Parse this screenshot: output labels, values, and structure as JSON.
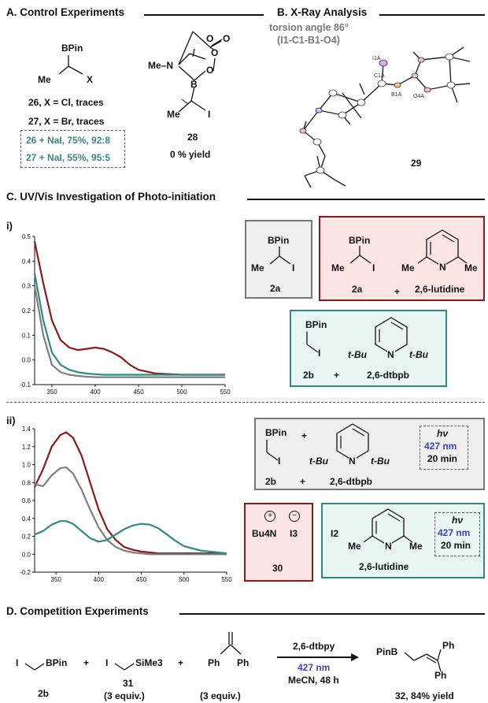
{
  "sections": {
    "a": "A. Control Experiments",
    "b": "B. X-Ray Analysis",
    "c": "C. UV/Vis Investigation of Photo-initiation",
    "d": "D. Competition Experiments"
  },
  "control": {
    "bpin": "BPin",
    "me": "Me",
    "x": "X",
    "lines": [
      "26, X = Cl, traces",
      "27, X = Br, traces"
    ],
    "boxed": [
      "26 + NaI, 75%, 92:8",
      "27 + NaI, 55%, 95:5"
    ],
    "compound28": {
      "id": "28",
      "yield": "0 % yield",
      "me_n": "Me–N",
      "b": "B",
      "o": "O",
      "i": "I",
      "me": "Me"
    }
  },
  "xray": {
    "torsion1": "torsion angle 86°",
    "torsion2": "(I1-C1-B1-O4)",
    "id": "29",
    "atom_i": "I1A",
    "atom_c": "C1A",
    "atom_b": "B1A",
    "atom_o": "O4A"
  },
  "uv": {
    "panel1": "i)",
    "panel2": "ii)",
    "box_gray1": {
      "bpin": "BPin",
      "me": "Me",
      "i": "I",
      "id": "2a"
    },
    "box_red1": {
      "bpin": "BPin",
      "me": "Me",
      "i": "I",
      "id": "2a",
      "plus": "+",
      "n": "N",
      "me2": "Me",
      "me3": "Me",
      "base": "2,6-lutidine"
    },
    "box_teal1": {
      "bpin": "BPin",
      "i": "I",
      "id": "2b",
      "plus": "+",
      "tbu1": "t-Bu",
      "tbu2": "t-Bu",
      "n": "N",
      "base": "2,6-dtbpb"
    },
    "box_gray2": {
      "bpin": "BPin",
      "i": "I",
      "id": "2b",
      "plus1": "+",
      "plus2": "+",
      "tbu1": "t-Bu",
      "tbu2": "t-Bu",
      "n": "N",
      "base": "2,6-dtbpb",
      "hv": "hν",
      "nm": "427 nm",
      "min": "20 min"
    },
    "box_red2": {
      "cation": "Bu4N",
      "anion": "I3",
      "id": "30",
      "plus": "+",
      "minus": "−"
    },
    "box_teal2": {
      "i2": "I2",
      "me1": "Me",
      "me2": "Me",
      "n": "N",
      "base": "2,6-lutidine",
      "hv": "hν",
      "nm": "427 nm",
      "min": "20 min"
    }
  },
  "competition": {
    "i1": "I",
    "bpin": "BPin",
    "plus1": "+",
    "i2": "I",
    "sime3": "SiMe3",
    "plus2": "+",
    "ph1": "Ph",
    "ph2": "Ph",
    "reagent_top": "2,6-dtbpy",
    "reagent_nm": "427 nm",
    "reagent_solvent": "MeCN, 48 h",
    "pinb": "PinB",
    "prod_ph1": "Ph",
    "prod_ph2": "Ph",
    "id_2b": "2b",
    "id_31": "31",
    "equiv1": "(3 equiv.)",
    "equiv2": "(3 equiv.)",
    "product": "32, 84% yield"
  },
  "colors": {
    "red": "#8b1a1a",
    "gray": "#7f7f7f",
    "teal": "#2e8b84",
    "red_bg": "#fbe4e4",
    "gray_bg": "#efefef",
    "teal_bg": "#e8f5f2"
  },
  "chart_data": [
    {
      "type": "line",
      "title": "i)",
      "xlim": [
        330,
        550
      ],
      "ylim": [
        -0.1,
        0.5
      ],
      "x_ticks": [
        350,
        400,
        450,
        500,
        550
      ],
      "y_ticks": [
        -0.1,
        0.0,
        0.1,
        0.2,
        0.3,
        0.4,
        0.5
      ],
      "x": [
        330,
        340,
        350,
        360,
        370,
        380,
        390,
        400,
        410,
        420,
        430,
        440,
        450,
        470,
        500,
        525,
        550
      ],
      "series": [
        {
          "color": "#8b1a1a",
          "values": [
            0.48,
            0.31,
            0.16,
            0.08,
            0.05,
            0.04,
            0.045,
            0.05,
            0.045,
            0.03,
            0.01,
            -0.02,
            -0.04,
            -0.055,
            -0.06,
            -0.06,
            -0.06
          ]
        },
        {
          "color": "#2e8b84",
          "values": [
            0.35,
            0.16,
            0.03,
            -0.02,
            -0.04,
            -0.05,
            -0.055,
            -0.058,
            -0.06,
            -0.06,
            -0.06,
            -0.06,
            -0.06,
            -0.06,
            -0.06,
            -0.06,
            -0.06
          ]
        },
        {
          "color": "#7f7f7f",
          "values": [
            0.3,
            0.1,
            -0.02,
            -0.05,
            -0.06,
            -0.065,
            -0.068,
            -0.07,
            -0.07,
            -0.07,
            -0.07,
            -0.07,
            -0.07,
            -0.07,
            -0.07,
            -0.07,
            -0.07
          ]
        }
      ]
    },
    {
      "type": "line",
      "title": "ii)",
      "xlim": [
        325,
        550
      ],
      "ylim": [
        -0.2,
        1.4
      ],
      "x_ticks": [
        350,
        400,
        450,
        500,
        550
      ],
      "y_ticks": [
        -0.2,
        0.0,
        0.2,
        0.4,
        0.6,
        0.8,
        1.0,
        1.2,
        1.4
      ],
      "x": [
        325,
        335,
        345,
        355,
        362,
        370,
        380,
        390,
        400,
        410,
        420,
        430,
        440,
        450,
        460,
        470,
        480,
        490,
        500,
        520,
        550
      ],
      "series": [
        {
          "color": "#8b1a1a",
          "values": [
            0.75,
            0.95,
            1.2,
            1.33,
            1.36,
            1.3,
            1.1,
            0.8,
            0.5,
            0.28,
            0.16,
            0.08,
            0.05,
            0.03,
            0.02,
            0.01,
            0.01,
            0.01,
            0.01,
            0.01,
            0.01
          ]
        },
        {
          "color": "#7f7f7f",
          "values": [
            0.78,
            0.76,
            0.88,
            0.96,
            0.97,
            0.9,
            0.72,
            0.5,
            0.3,
            0.16,
            0.08,
            0.04,
            0.02,
            0.01,
            0.0,
            0.0,
            0.0,
            0.0,
            0.0,
            0.0,
            0.0
          ]
        },
        {
          "color": "#2e8b84",
          "values": [
            0.22,
            0.26,
            0.33,
            0.37,
            0.37,
            0.34,
            0.26,
            0.18,
            0.14,
            0.16,
            0.22,
            0.28,
            0.32,
            0.34,
            0.33,
            0.29,
            0.22,
            0.15,
            0.09,
            0.04,
            0.01
          ]
        }
      ]
    }
  ]
}
